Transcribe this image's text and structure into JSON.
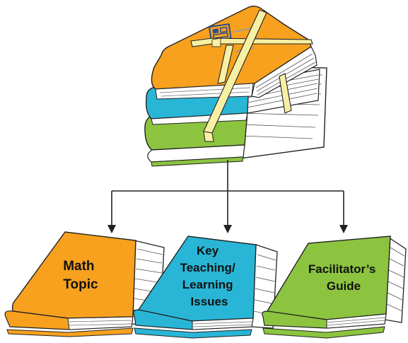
{
  "colors": {
    "orange": "#f7a11f",
    "blue": "#29b6d6",
    "green": "#8cc43f",
    "strap": "#f7f0a3",
    "line": "#222222"
  },
  "stack": {
    "icons": [
      "module-logo-icon"
    ]
  },
  "books": [
    {
      "lines": [
        "Math",
        "Topic"
      ],
      "color": "orange"
    },
    {
      "lines": [
        "Key",
        "Teaching/",
        "Learning",
        "Issues"
      ],
      "color": "blue"
    },
    {
      "lines": [
        "Facilitator’s",
        "Guide"
      ],
      "color": "green"
    }
  ]
}
